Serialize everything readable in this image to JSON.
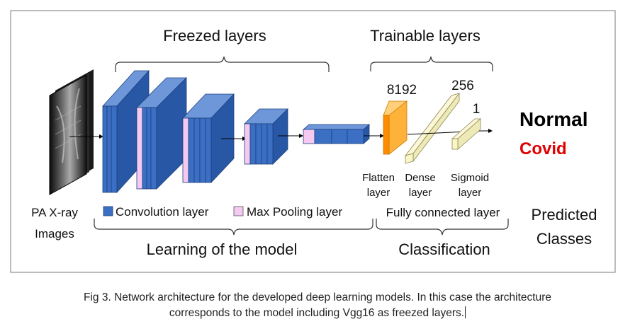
{
  "headers": {
    "freezed": "Freezed layers",
    "trainable": "Trainable layers"
  },
  "input": {
    "label_line1": "PA X-ray",
    "label_line2": "Images"
  },
  "legend": {
    "conv_label": "Convolution layer",
    "pool_label": "Max Pooling layer",
    "conv_color": "#3a6fc4",
    "pool_color": "#f5c9f0"
  },
  "dense_sizes": {
    "flatten": "8192",
    "dense": "256",
    "sigmoid": "1"
  },
  "layer_labels": {
    "flatten_line1": "Flatten",
    "flatten_line2": "layer",
    "dense_line1": "Dense",
    "dense_line2": "layer",
    "sigmoid_line1": "Sigmoid",
    "sigmoid_line2": "layer"
  },
  "fully_connected": "Fully connected layer",
  "bottom": {
    "learning": "Learning of the model",
    "classification": "Classification"
  },
  "classes": {
    "normal": "Normal",
    "covid": "Covid",
    "normal_color": "#000000",
    "covid_color": "#e00000"
  },
  "predicted": {
    "line1": "Predicted",
    "line2": "Classes"
  },
  "caption": {
    "line1": "Fig 3. Network architecture for the developed deep learning models. In this case the architecture",
    "line2": "corresponds to the model including Vgg16 as freezed layers."
  }
}
